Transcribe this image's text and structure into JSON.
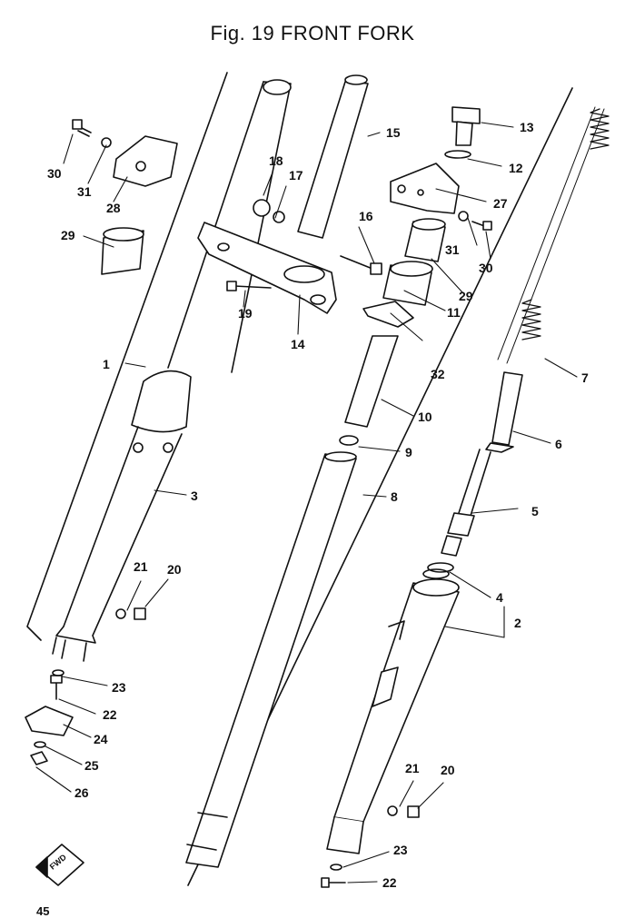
{
  "figure": {
    "title": "Fig. 19 FRONT FORK",
    "page_number": "45"
  },
  "fwd_badge": "FWD",
  "callouts": {
    "c1": "1",
    "c2": "2",
    "c3": "3",
    "c4": "4",
    "c5": "5",
    "c6": "6",
    "c7": "7",
    "c8": "8",
    "c9": "9",
    "c10": "10",
    "c11": "11",
    "c12": "12",
    "c13": "13",
    "c14": "14",
    "c15": "15",
    "c16": "16",
    "c17": "17",
    "c18": "18",
    "c19": "19",
    "c20a": "20",
    "c20b": "20",
    "c21a": "21",
    "c21b": "21",
    "c22a": "22",
    "c22b": "22",
    "c23a": "23",
    "c23b": "23",
    "c24": "24",
    "c25": "25",
    "c26": "26",
    "c27": "27",
    "c28": "28",
    "c29a": "29",
    "c29b": "29",
    "c30a": "30",
    "c30b": "30",
    "c31a": "31",
    "c31b": "31",
    "c32": "32"
  }
}
